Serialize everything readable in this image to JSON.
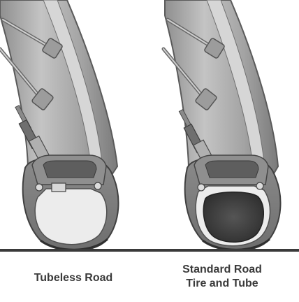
{
  "diagram": {
    "panels": [
      {
        "id": "tubeless",
        "caption_lines": [
          "Tubeless Road"
        ]
      },
      {
        "id": "standard",
        "caption_lines": [
          "Standard Road",
          "Tire and Tube"
        ]
      }
    ],
    "colors": {
      "rim": "#a9a9a9",
      "rim_edge": "#5a5a5a",
      "rim_light": "#d2d2d2",
      "tire": "#7d7d7d",
      "tire_wall": "#eaeaea",
      "tube": "#4a4a4a",
      "ground": "#3a3a3a",
      "caption_text": "#3a3a3a"
    }
  }
}
